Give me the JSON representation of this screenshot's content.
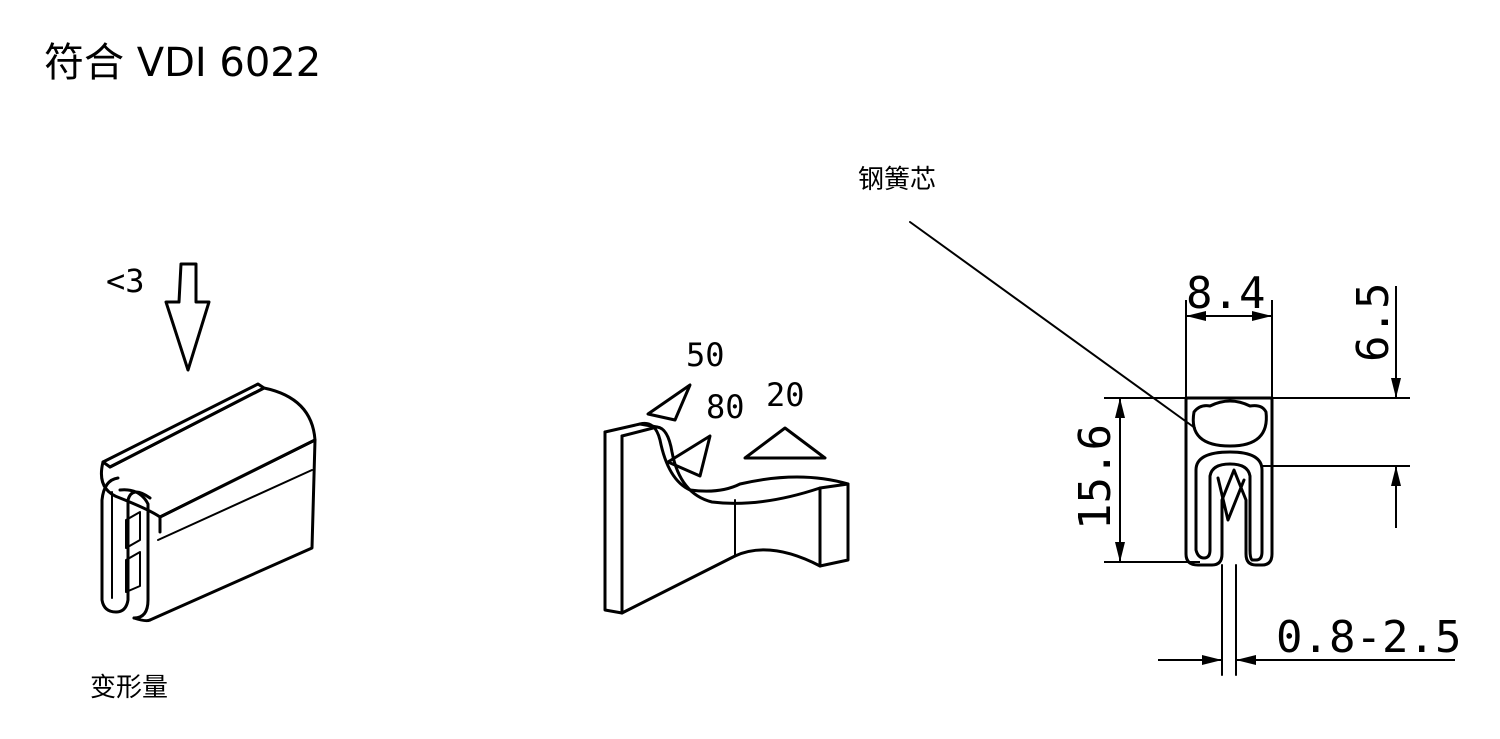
{
  "title": "符合 VDI 6022",
  "labels": {
    "deformation": "变形量",
    "steel_core": "钢簧芯"
  },
  "figure1": {
    "force_value": "<3"
  },
  "figure2": {
    "angle_50": "50",
    "angle_80": "80",
    "angle_20": "20"
  },
  "figure3": {
    "width": "8.4",
    "bulb_height": "6.5",
    "total_height": "15.6",
    "clamp_range": "0.8-2.5"
  }
}
